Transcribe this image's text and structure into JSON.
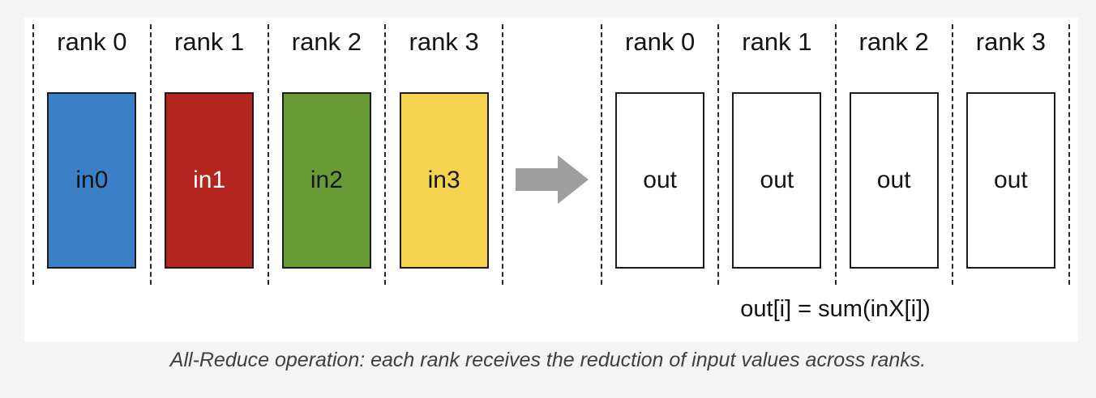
{
  "colors": {
    "page_background": "#f5f5f6",
    "panel_background": "#ffffff",
    "dashed_line": "#2a2a2a",
    "arrow": "#9e9e9e",
    "caption_text": "#3d4043"
  },
  "diagram": {
    "formula": "out[i] = sum(inX[i])",
    "arrow_color": "#9e9e9e",
    "left_group": {
      "columns": [
        {
          "rank_label": "rank 0",
          "box_label": "in0",
          "box_color": "#3b80c6",
          "label_color": "#141414"
        },
        {
          "rank_label": "rank 1",
          "box_label": "in1",
          "box_color": "#b3251e",
          "label_color": "#ffffff"
        },
        {
          "rank_label": "rank 2",
          "box_label": "in2",
          "box_color": "#689b36",
          "label_color": "#141414"
        },
        {
          "rank_label": "rank 3",
          "box_label": "in3",
          "box_color": "#f5d34f",
          "label_color": "#141414"
        }
      ]
    },
    "right_group": {
      "columns": [
        {
          "rank_label": "rank 0",
          "box_label": "out",
          "box_color": "#ffffff",
          "label_color": "#141414"
        },
        {
          "rank_label": "rank 1",
          "box_label": "out",
          "box_color": "#ffffff",
          "label_color": "#141414"
        },
        {
          "rank_label": "rank 2",
          "box_label": "out",
          "box_color": "#ffffff",
          "label_color": "#141414"
        },
        {
          "rank_label": "rank 3",
          "box_label": "out",
          "box_color": "#ffffff",
          "label_color": "#141414"
        }
      ]
    }
  },
  "caption": "All-Reduce operation: each rank receives the reduction of input values across ranks."
}
